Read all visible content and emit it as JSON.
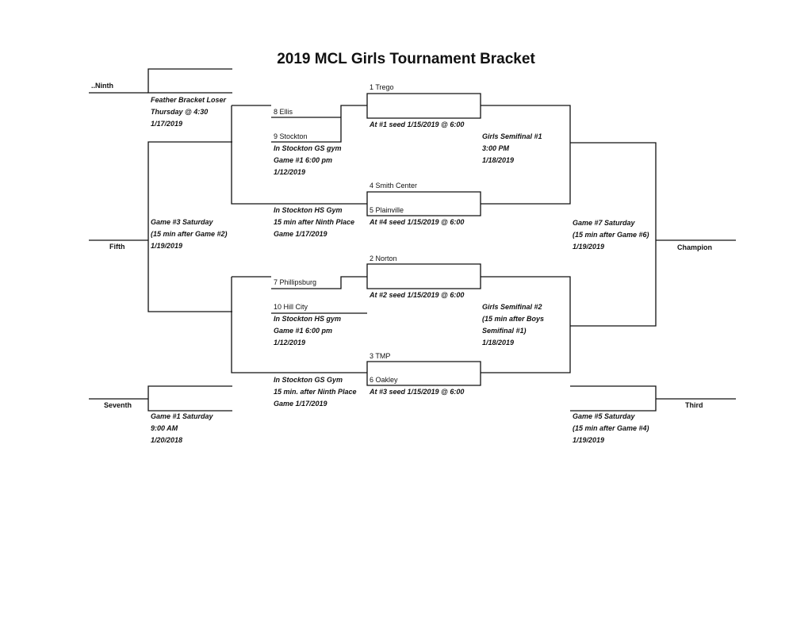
{
  "title": "2019 MCL Girls Tournament Bracket",
  "placements": {
    "ninth": "..Ninth",
    "fifth": "Fifth",
    "seventh": "Seventh",
    "champion": "Champion",
    "third": "Third"
  },
  "teams": {
    "t1": "1 Trego",
    "t8": "8 Ellis",
    "t9": "9 Stockton",
    "t4": "4 Smith Center",
    "t5": "5 Plainville",
    "t2": "2 Norton",
    "t7": "7 Phillipsburg",
    "t10": "10 Hill City",
    "t3": "3 TMP",
    "t6": "6 Oakley"
  },
  "notes": {
    "ninth": [
      "Feather Bracket Loser",
      "Thursday @ 4:30",
      "1/17/2019"
    ],
    "game1_top": [
      "In Stockton GS gym",
      "Game #1 6:00 pm",
      "1/12/2019"
    ],
    "ninth_place_top": [
      "In Stockton HS Gym",
      "15 min after Ninth Place",
      "Game 1/17/2019"
    ],
    "seed1": "At #1 seed 1/15/2019 @ 6:00",
    "seed4": "At #4 seed 1/15/2019 @ 6:00",
    "semi1": [
      "Girls Semifinal #1",
      "3:00 PM",
      "1/18/2019"
    ],
    "game3": [
      "Game #3 Saturday",
      "(15 min after Game #2)",
      "1/19/2019"
    ],
    "game7": [
      "Game #7 Saturday",
      "(15 min after Game #6)",
      "1/19/2019"
    ],
    "seed2": "At #2 seed 1/15/2019 @ 6:00",
    "game1_bottom": [
      "In Stockton HS gym",
      "Game #1 6:00 pm",
      "1/12/2019"
    ],
    "semi2": [
      "Girls Semifinal #2",
      "(15 min after Boys",
      "Semifinal #1)",
      "1/18/2019"
    ],
    "ninth_place_bottom": [
      "In Stockton GS Gym",
      "15 min. after Ninth Place",
      "Game 1/17/2019"
    ],
    "seed3": "At #3 seed 1/15/2019 @ 6:00",
    "game1_sat": [
      "Game #1 Saturday",
      "9:00 AM",
      "1/20/2018"
    ],
    "game5": [
      "Game #5 Saturday",
      "(15 min after Game #4)",
      "1/19/2019"
    ]
  }
}
